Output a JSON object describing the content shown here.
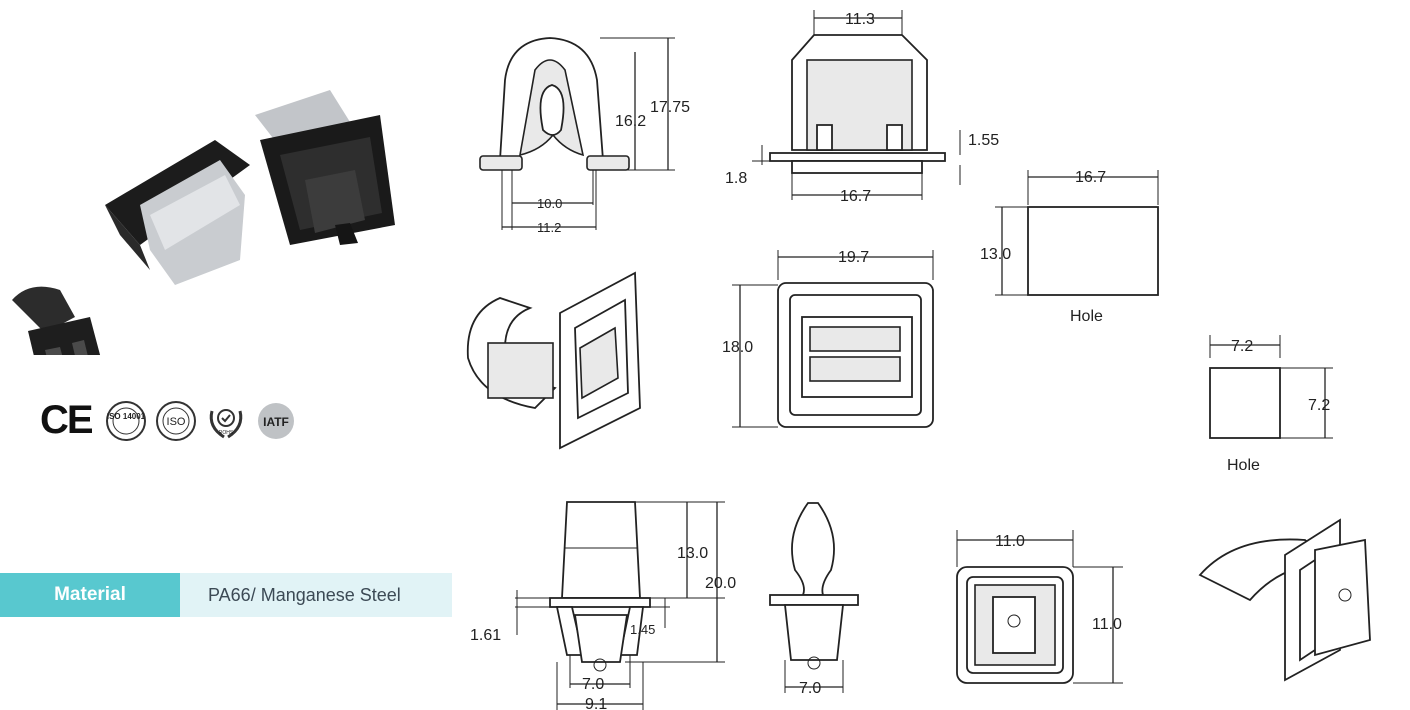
{
  "material": {
    "label": "Material",
    "value": "PA66/ Manganese Steel"
  },
  "certifications": {
    "ce": "CE",
    "badges": [
      {
        "icon": "iso14001-seal-icon",
        "text": "ISO 14001"
      },
      {
        "icon": "iso-seal-icon",
        "text": "ISO"
      },
      {
        "icon": "rohs-laurel-icon",
        "text": "ROHS"
      },
      {
        "icon": "iatf-globe-icon",
        "text": "IATF"
      }
    ]
  },
  "drawings": {
    "clip_a_side": {
      "height_inner": "16.2",
      "height_total": "17.75",
      "width_inner": "10.0",
      "width_base": "11.2"
    },
    "clip_a_front": {
      "top_width": "11.3",
      "flange_left": "1.8",
      "flange_right": "1.55",
      "base_width": "16.7"
    },
    "hole_a": {
      "width": "16.7",
      "height": "13.0",
      "label": "Hole"
    },
    "clip_b_top": {
      "width": "19.7",
      "height": "18.0"
    },
    "hole_b": {
      "width": "7.2",
      "height": "7.2",
      "label": "Hole"
    },
    "pin_front": {
      "upper": "13.0",
      "total": "20.0",
      "left_step": "1.61",
      "right_step": "1.45",
      "inner_width": "7.0",
      "outer_width": "9.1"
    },
    "pin_side": {
      "width": "7.0"
    },
    "pin_top": {
      "width": "11.0",
      "height": "11.0"
    }
  }
}
